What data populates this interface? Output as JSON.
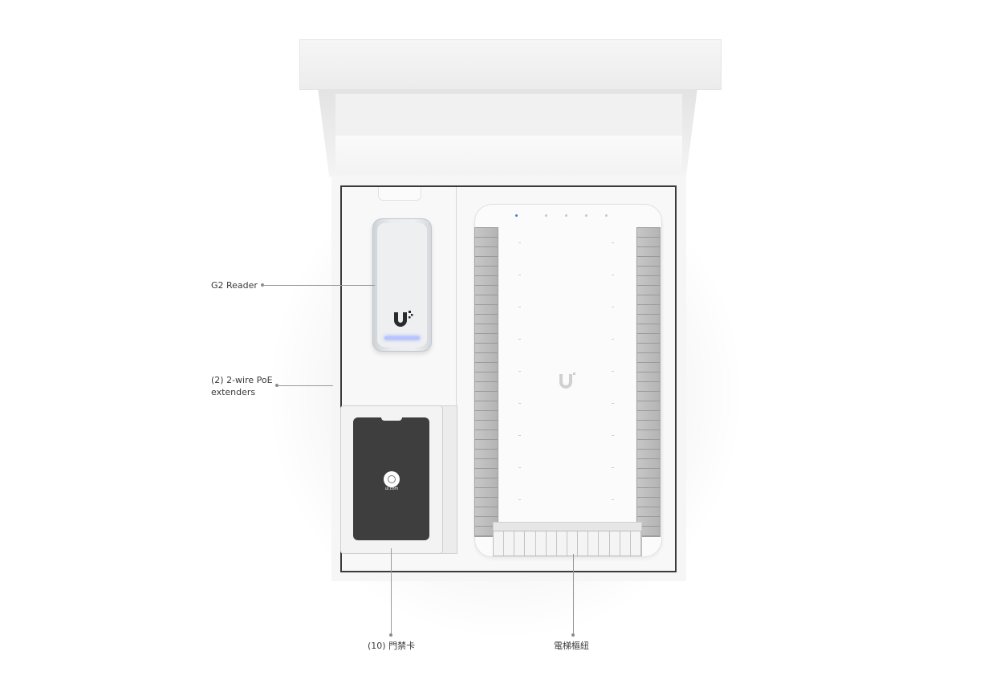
{
  "callouts": {
    "reader": "G2 Reader",
    "extenders_line1": "(2) 2-wire PoE",
    "extenders_line2": "extenders",
    "cards": "(10) 門禁卡",
    "elevator": "電梯樞紐"
  },
  "product": {
    "reader_logo": "U",
    "hub_logo": "U",
    "card_brand": "ui.com"
  },
  "colors": {
    "reader_led": "#b9c4ff",
    "card": "#3e3e3e",
    "terminals": "#bdbdbd"
  }
}
